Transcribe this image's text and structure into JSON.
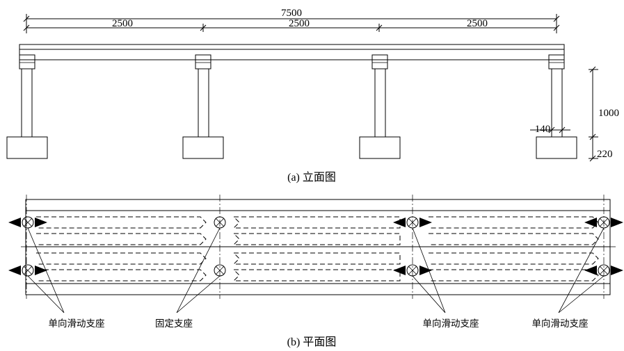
{
  "elevation": {
    "total_span": "7500",
    "span_labels": [
      "2500",
      "2500",
      "2500"
    ],
    "column_width": "140",
    "column_height": "1000",
    "footing_height": "220",
    "caption": "(a)  立面图"
  },
  "plan": {
    "bearing_labels": [
      "单向滑动支座",
      "固定支座",
      "单向滑动支座",
      "单向滑动支座"
    ],
    "caption": "(b)  平面图"
  }
}
